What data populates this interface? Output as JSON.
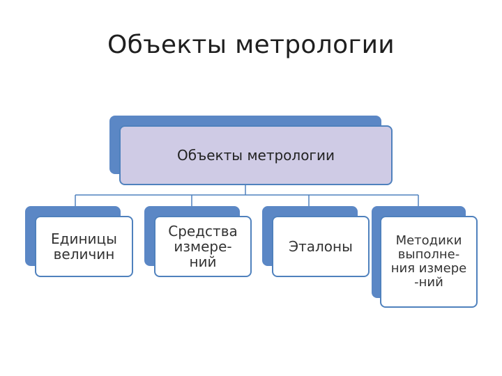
{
  "title": "Объекты метрологии",
  "root": {
    "label": "Объекты метрологии"
  },
  "children": [
    {
      "label": "Единицы\nвеличин"
    },
    {
      "label": "Средства\nизмере-\nний"
    },
    {
      "label": "Эталоны"
    },
    {
      "label": "Методики\nвыполне-\nния измере\n-ний"
    }
  ],
  "colors": {
    "box_fill": "#5b87c5",
    "box_border": "#4f81bd",
    "root_fill": "#cfcbe5",
    "connector": "#4f81bd"
  }
}
